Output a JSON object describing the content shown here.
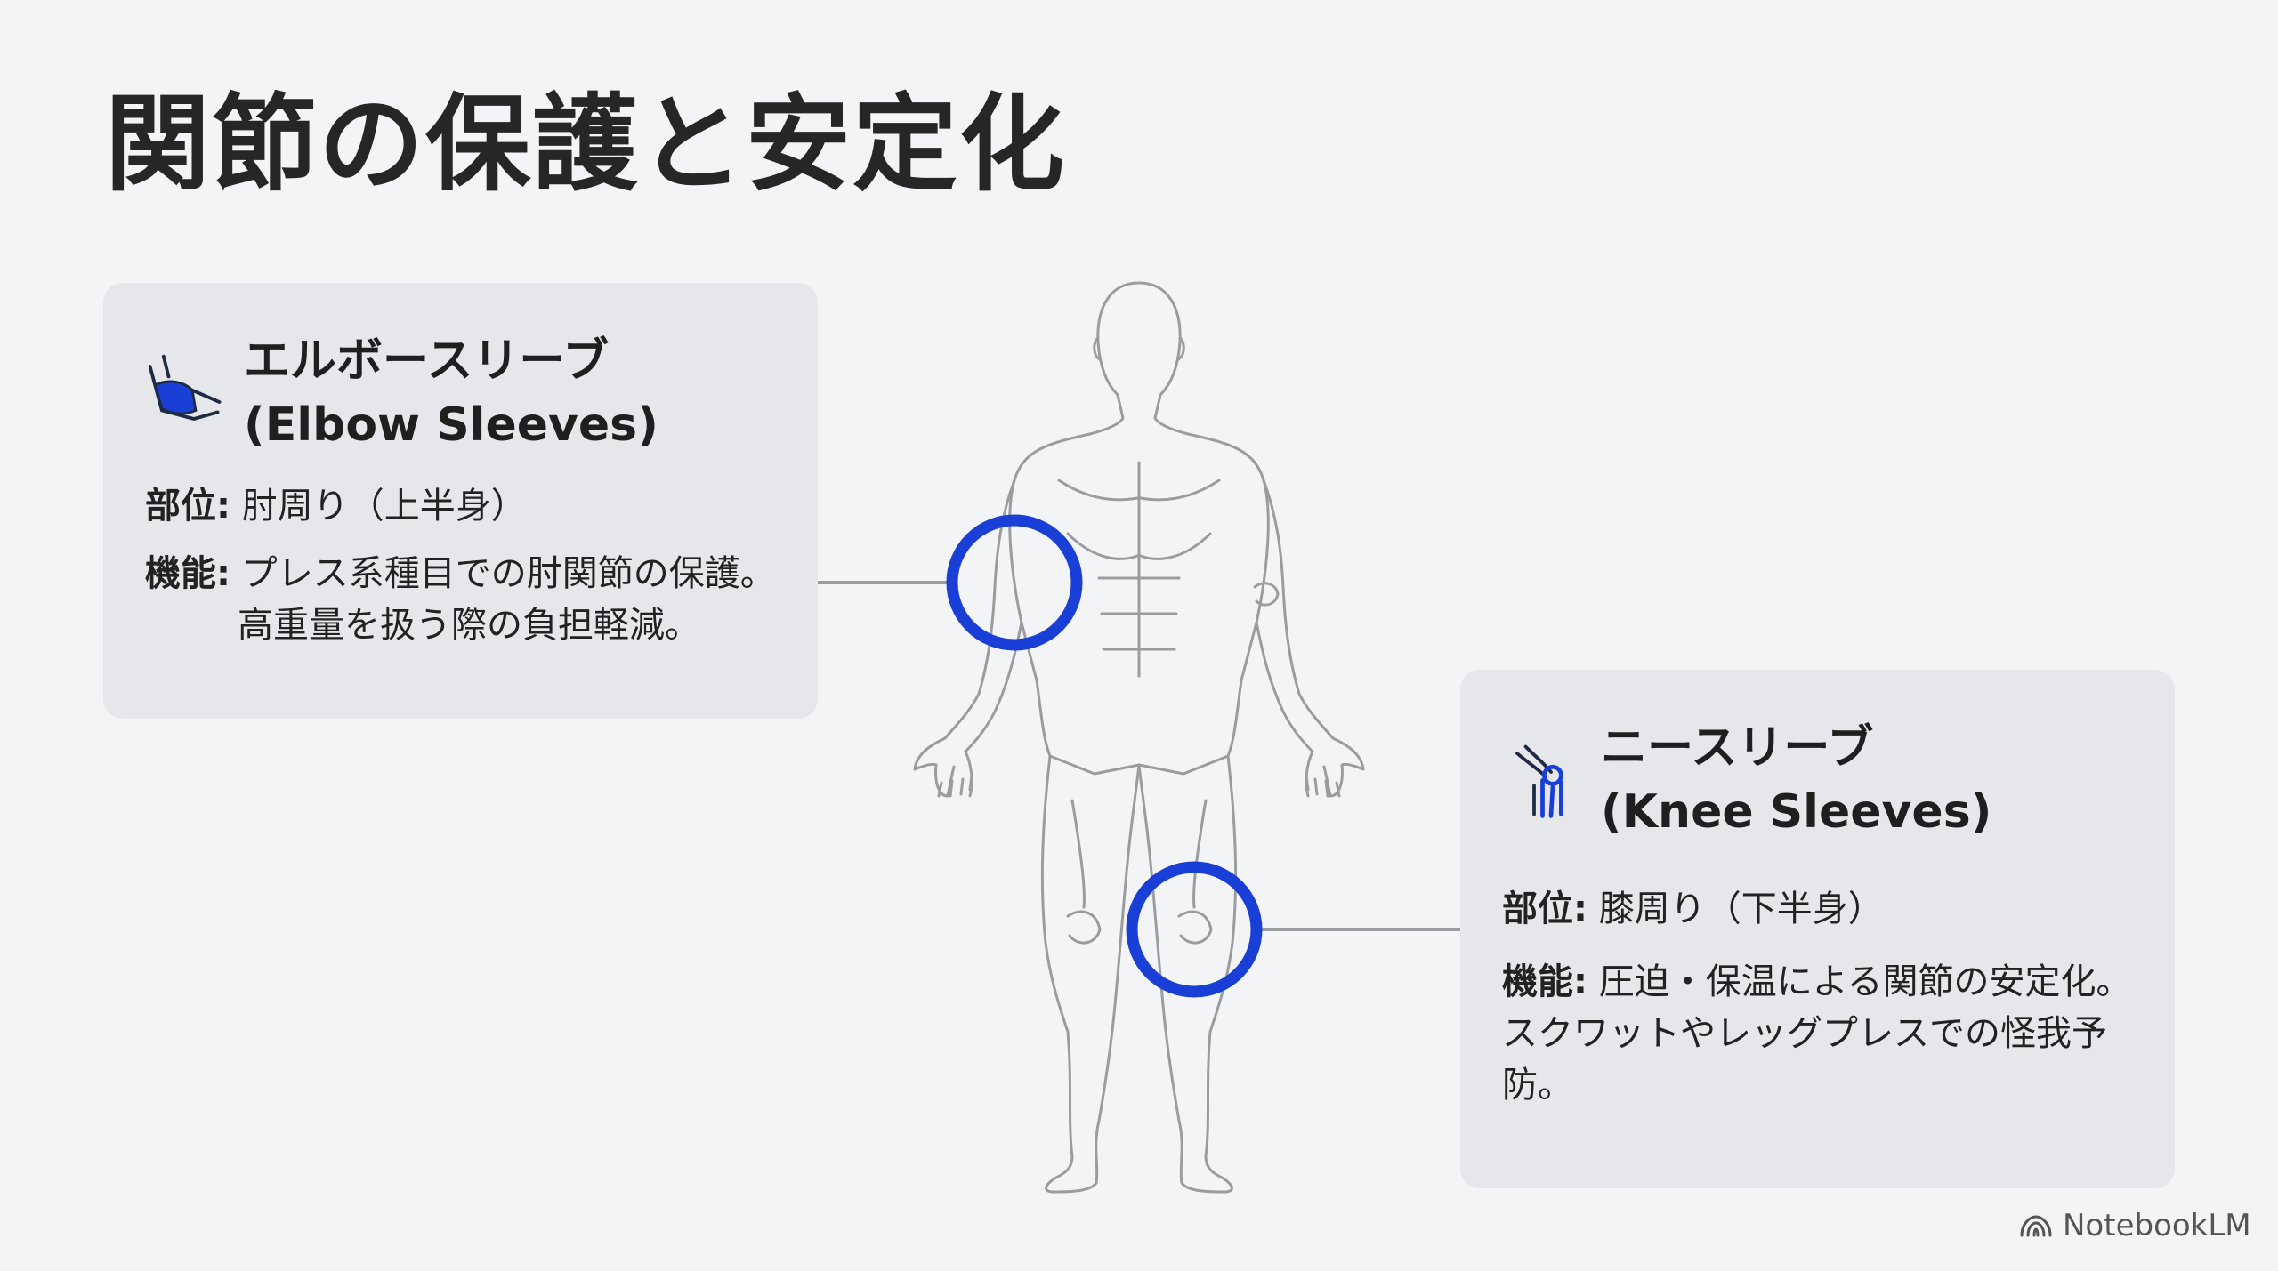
{
  "title": "関節の保護と安定化",
  "panels": {
    "elbow": {
      "icon": "elbow-sleeve-icon",
      "title_ja": "エルボースリーブ",
      "title_en": "(Elbow Sleeves)",
      "site_label": "部位:",
      "site_value": "肘周り（上半身）",
      "function_label": "機能:",
      "function_lines": [
        "プレス系種目での肘関節の保護。",
        "高重量を扱う際の負担軽減。"
      ]
    },
    "knee": {
      "icon": "knee-joint-icon",
      "title_ja": "ニースリーブ",
      "title_en": "(Knee Sleeves)",
      "site_label": "部位:",
      "site_value": "膝周り（下半身）",
      "function_label": "機能:",
      "function_lines": [
        "圧迫・保温による関節の安定化。",
        "スクワットやレッグプレスでの怪我予",
        "防。"
      ]
    }
  },
  "figure": {
    "icon": "human-body-outline",
    "highlight_color": "#1a3fd6",
    "callouts": [
      "elbow",
      "knee"
    ]
  },
  "footer": {
    "brand": "NotebookLM",
    "icon": "notebooklm-logo-icon"
  },
  "colors": {
    "accent": "#1a3fd6",
    "panel_bg": "#e6e7ea",
    "page_bg": "#f3f4f5"
  }
}
